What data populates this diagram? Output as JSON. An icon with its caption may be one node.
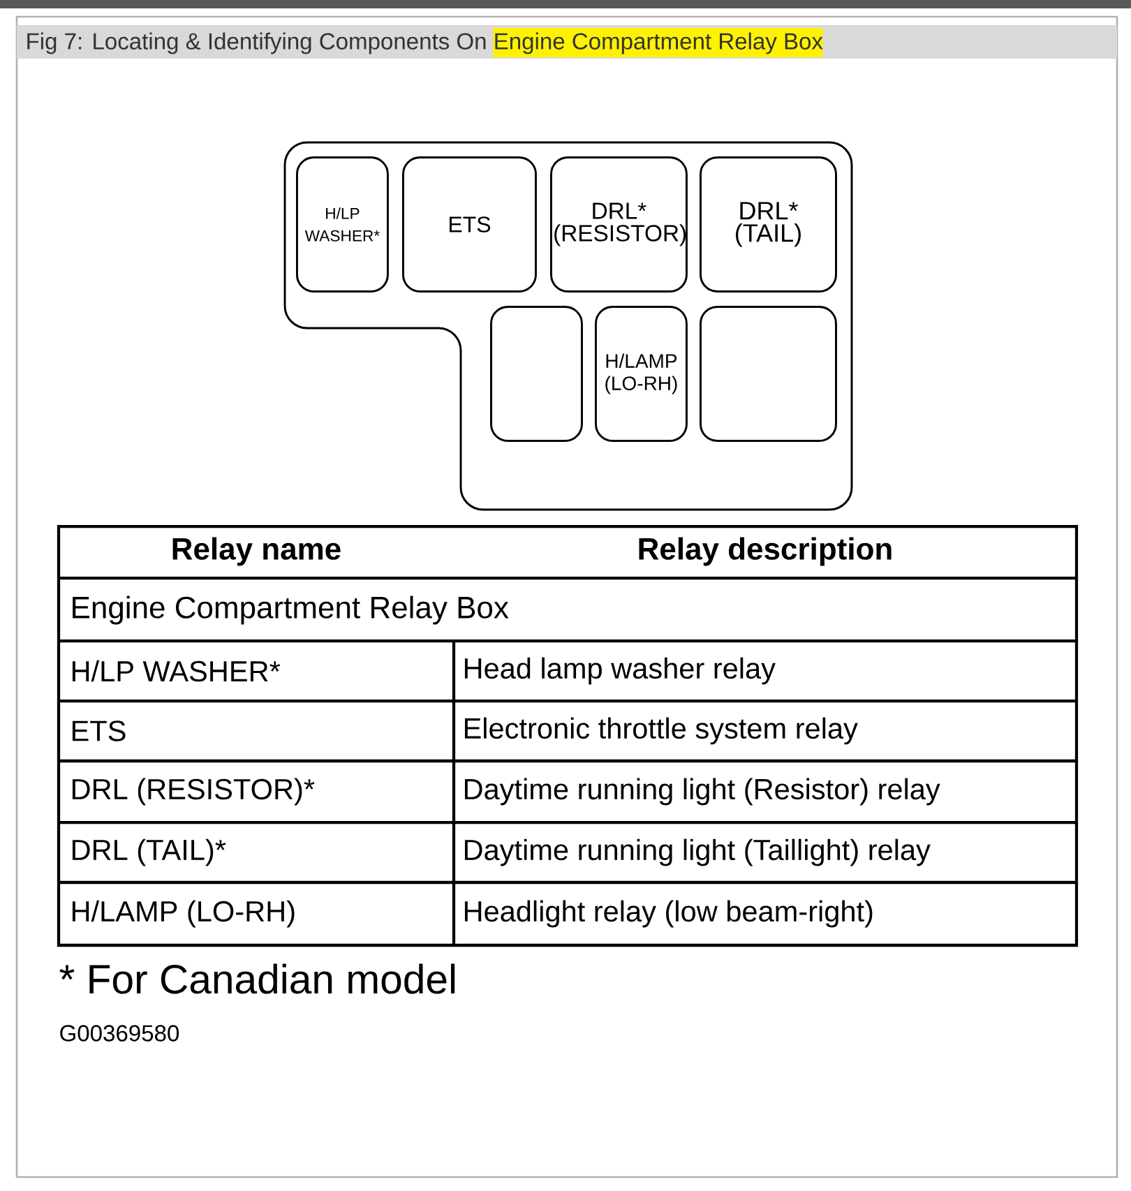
{
  "diagram": {
    "title": "Fig 7: Locating & Identifying Components On Engine Compartment Relay Box",
    "nodes": [
      {
        "text": [],
        "shape": "box"
      },
      {
        "text": [
          "H/LP WASHER*"
        ],
        "in": 0
      },
      {
        "text": [
          "ETS"
        ],
        "in": 0
      },
      {
        "text": [
          "DRL* (RESISTOR)"
        ],
        "in": 0
      },
      {
        "text": [
          "DRL* (TAIL)"
        ],
        "in": 0
      },
      {
        "text": [],
        "shape": "box",
        "in": 0
      },
      {
        "text": [
          "H/LAMP (LO-RH)"
        ],
        "in": 0
      },
      {
        "text": [],
        "shape": "box",
        "in": 0
      }
    ],
    "labels": [
      "Relay name",
      "Relay description",
      "Engine Compartment Relay Box",
      "H/LP WASHER*",
      "Head lamp washer relay",
      "ETS",
      "Electronic throttle system relay",
      "DRL (RESISTOR)*",
      "Daytime running light (Resistor) relay",
      "DRL (TAIL)*",
      "Daytime running light (Taillight) relay",
      "H/LAMP (LO-RH)",
      "Headlight relay (low beam-right)",
      "* For Canadian model",
      "G00369580"
    ]
  }
}
